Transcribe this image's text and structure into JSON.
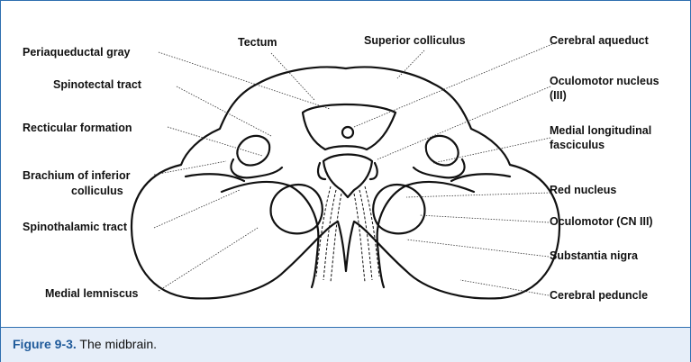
{
  "labels": {
    "tectum": "Tectum",
    "superior_colliculus": "Superior colliculus",
    "cerebral_aqueduct": "Cerebral aqueduct",
    "periaqueductal_gray": "Periaqueductal gray",
    "spinotectal_tract": "Spinotectal tract",
    "oculomotor_nucleus_1": "Oculomotor nucleus",
    "oculomotor_nucleus_2": "(III)",
    "recticular_formation": "Recticular formation",
    "medial_longitudinal_1": "Medial longitudinal",
    "medial_longitudinal_2": "fasciculus",
    "brachium_1": "Brachium of inferior",
    "brachium_2": "colliculus",
    "red_nucleus": "Red nucleus",
    "spinothalamic_tract": "Spinothalamic tract",
    "oculomotor_cn": "Oculomotor (CN III)",
    "substantia_nigra": "Substantia nigra",
    "medial_lemniscus": "Medial lemniscus",
    "cerebral_peduncle": "Cerebral peduncle"
  },
  "caption": {
    "figure_number": "Figure 9-3.",
    "text": " The midbrain."
  },
  "colors": {
    "frame_border": "#2f6fb0",
    "caption_background": "#e6eef9",
    "figure_number_color": "#1f5a9a"
  }
}
